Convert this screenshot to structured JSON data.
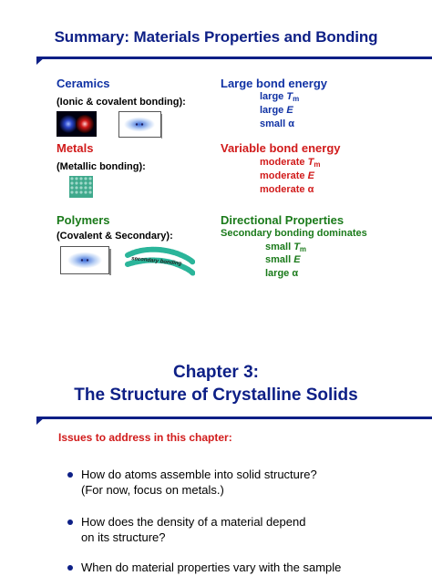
{
  "slide1": {
    "title": "Summary: Materials Properties and Bonding",
    "ceramics": {
      "heading": "Ceramics",
      "bonding": "(Ionic & covalent bonding):",
      "property_heading": "Large bond energy",
      "properties": [
        {
          "prefix": "large ",
          "symbol": "T",
          "subscript": "m"
        },
        {
          "prefix": "large ",
          "symbol": "E",
          "subscript": ""
        },
        {
          "prefix": "small ",
          "symbol": "α",
          "subscript": ""
        }
      ]
    },
    "metals": {
      "heading": "Metals",
      "bonding": "(Metallic bonding):",
      "property_heading": "Variable bond energy",
      "properties": [
        {
          "prefix": "moderate ",
          "symbol": "T",
          "subscript": "m"
        },
        {
          "prefix": "moderate ",
          "symbol": "E",
          "subscript": ""
        },
        {
          "prefix": "moderate ",
          "symbol": "α",
          "subscript": ""
        }
      ]
    },
    "polymers": {
      "heading": "Polymers",
      "bonding": "(Covalent & Secondary):",
      "property_heading": "Directional Properties",
      "property_note": "Secondary bonding dominates",
      "image_label": "secondary bonding",
      "properties": [
        {
          "prefix": "small ",
          "symbol": "T",
          "subscript": "m"
        },
        {
          "prefix": "small ",
          "symbol": "E",
          "subscript": ""
        },
        {
          "prefix": "large ",
          "symbol": "α",
          "subscript": ""
        }
      ]
    }
  },
  "slide2": {
    "title_line1": "Chapter 3:",
    "title_line2": "The Structure of Crystalline Solids",
    "issues_heading": "Issues to address in this chapter:",
    "bullets": [
      {
        "line1": "How do atoms assemble into solid structure?",
        "line2": "(For now, focus on metals.)"
      },
      {
        "line1": "How does the density of a material depend",
        "line2": "on its structure?"
      },
      {
        "line1": "When do material properties vary with the sample",
        "line2": ""
      }
    ]
  },
  "colors": {
    "title_navy": "#0d1f86",
    "heading_blue": "#1032a4",
    "heading_red": "#d11b1b",
    "heading_green": "#1a7a1a",
    "page_background": "#ffffff"
  }
}
